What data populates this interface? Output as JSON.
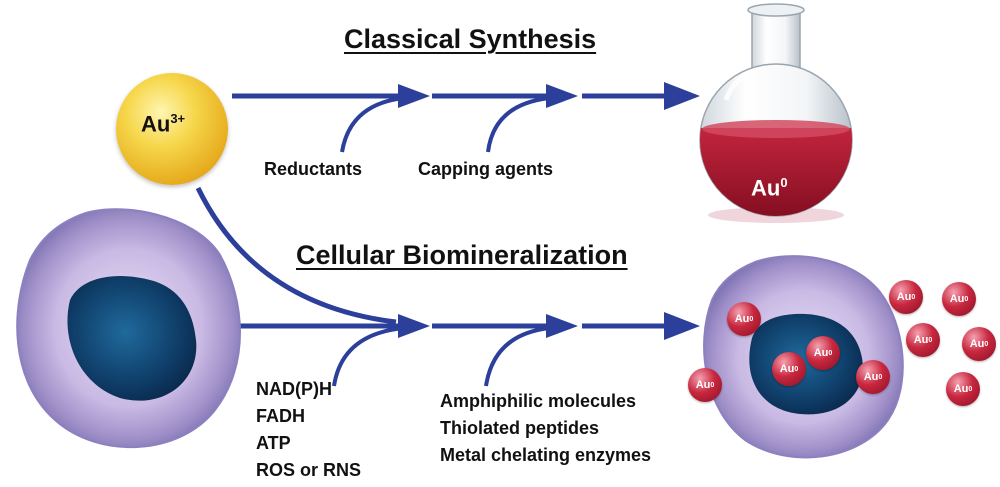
{
  "title_classical": "Classical Synthesis",
  "title_cellular": "Cellular Biomineralization",
  "gold_ion": {
    "symbol": "Au",
    "charge": "3+"
  },
  "flask": {
    "symbol": "Au",
    "charge": "0"
  },
  "classical_inputs": [
    "Reductants",
    "Capping agents"
  ],
  "cellular_reductants": [
    "NAD(P)H",
    "FADH",
    "ATP",
    "ROS or RNS"
  ],
  "cellular_capping": [
    "Amphiphilic molecules",
    "Thiolated peptides",
    "Metal chelating enzymes"
  ],
  "nanoparticle": {
    "symbol": "Au",
    "charge": "0"
  },
  "colors": {
    "arrow": "#2b3f9b",
    "gold": "#f2c531",
    "solution": "#a3122b",
    "cell_membrane": "#b9a6d6",
    "nucleus": "#123f6e"
  }
}
